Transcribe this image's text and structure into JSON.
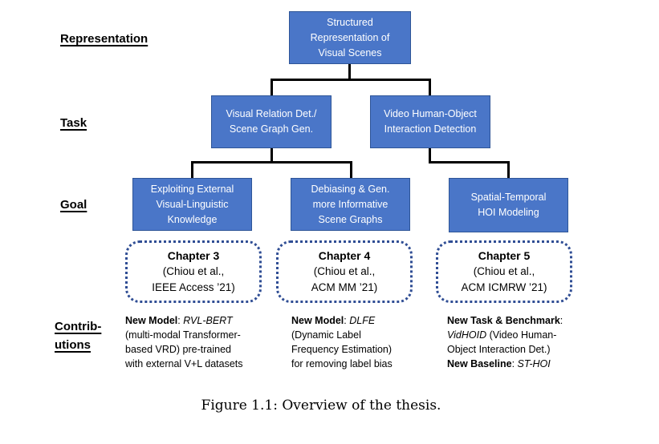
{
  "page": {
    "caption": "Figure 1.1: Overview of the thesis."
  },
  "colors": {
    "box_fill": "#4a76c8",
    "box_border": "#2e5597",
    "dotted_border": "#2f4d94",
    "connector": "#000000",
    "box_text": "#ffffff"
  },
  "row_labels": {
    "representation": "Representation",
    "task": "Task",
    "goal": "Goal",
    "contributions": [
      "Contrib-",
      "utions"
    ]
  },
  "nodes": {
    "representation": {
      "lines": [
        "Structured",
        "Representation of",
        "Visual Scenes"
      ]
    },
    "task_vrd": {
      "lines": [
        "Visual Relation Det./",
        "Scene Graph Gen."
      ]
    },
    "task_vhoi": {
      "lines": [
        "Video Human-Object",
        "Interaction Detection"
      ]
    },
    "goal_knowledge": {
      "lines": [
        "Exploiting External",
        "Visual-Linguistic",
        "Knowledge"
      ]
    },
    "goal_debiasing": {
      "lines": [
        "Debiasing & Gen.",
        "more Informative",
        "Scene Graphs"
      ]
    },
    "goal_sthoi": {
      "lines": [
        "Spatial-Temporal",
        "HOI Modeling"
      ]
    }
  },
  "chapters": [
    {
      "title": "Chapter 3",
      "body": [
        "(Chiou et al.,",
        "IEEE Access ’21)"
      ]
    },
    {
      "title": "Chapter 4",
      "body": [
        "(Chiou et al.,",
        "ACM MM ’21)"
      ]
    },
    {
      "title": "Chapter 5",
      "body": [
        "(Chiou et al.,",
        "ACM ICMRW ’21)"
      ]
    }
  ],
  "contributions": {
    "col1": [
      [
        {
          "t": "New Model",
          "b": 1
        },
        {
          "t": ": "
        },
        {
          "t": "RVL-BERT",
          "i": 1
        }
      ],
      [
        {
          "t": "(multi-modal Transformer-"
        }
      ],
      [
        {
          "t": "based VRD) pre-trained"
        }
      ],
      [
        {
          "t": "with external V+L datasets"
        }
      ]
    ],
    "col2": [
      [
        {
          "t": "New Model",
          "b": 1
        },
        {
          "t": ": "
        },
        {
          "t": "DLFE",
          "i": 1
        }
      ],
      [
        {
          "t": "(Dynamic Label"
        }
      ],
      [
        {
          "t": "Frequency Estimation)"
        }
      ],
      [
        {
          "t": "for removing label bias"
        }
      ]
    ],
    "col3": [
      [
        {
          "t": "New Task & Benchmark",
          "b": 1
        },
        {
          "t": ":"
        }
      ],
      [
        {
          "t": "VidHOID",
          "i": 1
        },
        {
          "t": " (Video Human-"
        }
      ],
      [
        {
          "t": "Object Interaction Det.)"
        }
      ],
      [
        {
          "t": "New Baseline",
          "b": 1
        },
        {
          "t": ": "
        },
        {
          "t": "ST-HOI",
          "i": 1
        }
      ]
    ]
  }
}
